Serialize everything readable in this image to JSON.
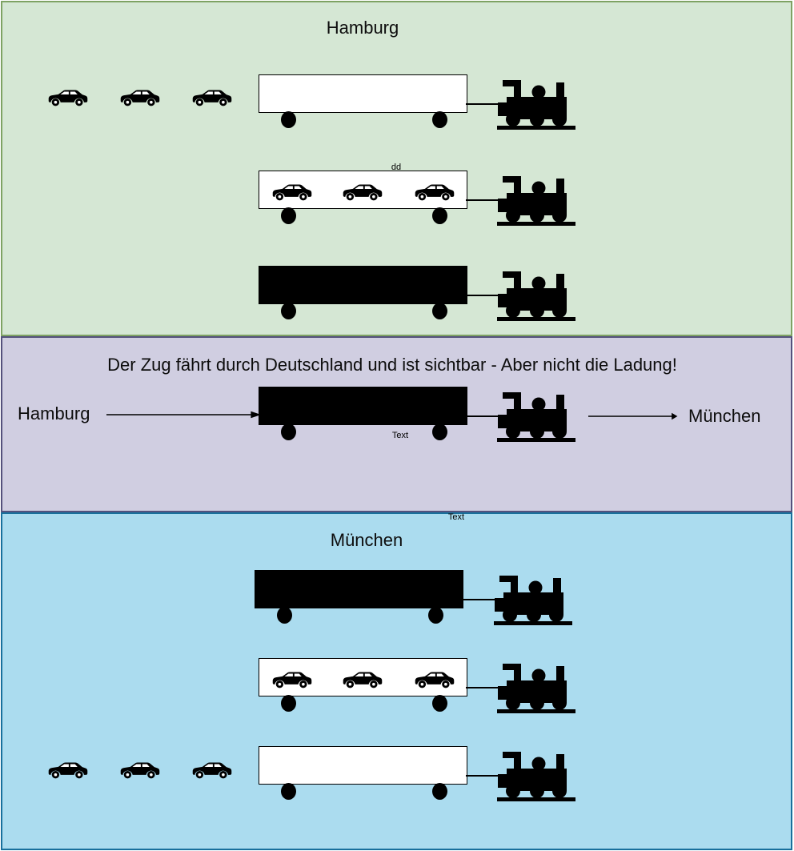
{
  "diagram_title_context": "Train cargo visibility diagram (encryption metaphor)",
  "sections": {
    "hamburg": {
      "title": "Hamburg",
      "wagon_note": "dd",
      "rows": [
        {
          "description": "three cars waiting beside empty open wagon with locomotive",
          "cars_outside": 3,
          "wagon_state": "empty-white"
        },
        {
          "description": "three cars loaded inside open wagon with locomotive",
          "cars_inside": 3,
          "wagon_state": "loaded-visible"
        },
        {
          "description": "sealed black wagon with locomotive",
          "wagon_state": "closed-black"
        }
      ]
    },
    "transit": {
      "headline": "Der Zug fährt durch Deutschland und ist sichtbar - Aber nicht die Ladung!",
      "origin": "Hamburg",
      "destination": "München",
      "wagon_note": "Text",
      "wagon_state": "closed-black"
    },
    "muenchen": {
      "boundary_note": "Text",
      "title": "München",
      "rows": [
        {
          "description": "sealed black wagon with locomotive",
          "wagon_state": "closed-black"
        },
        {
          "description": "three cars visible inside open wagon with locomotive",
          "cars_inside": 3,
          "wagon_state": "loaded-visible"
        },
        {
          "description": "three cars unloaded beside empty wagon with locomotive",
          "cars_outside": 3,
          "wagon_state": "empty-white"
        }
      ]
    }
  },
  "icons": {
    "locomotive": "steam-locomotive-icon",
    "car": "car-icon",
    "wagon_wheel": "wheel-icon",
    "arrow": "right-arrow"
  },
  "colors": {
    "hamburg_band_fill": "#d5e7d4",
    "hamburg_band_border": "#7ea263",
    "transit_band_fill": "#d0cee1",
    "transit_band_border": "#54517c",
    "muenchen_band_fill": "#abdcef",
    "muenchen_band_border": "#18709c",
    "shape_fill": "#000000",
    "empty_wagon_fill": "#ffffff",
    "text_color": "#0d0d0d"
  }
}
